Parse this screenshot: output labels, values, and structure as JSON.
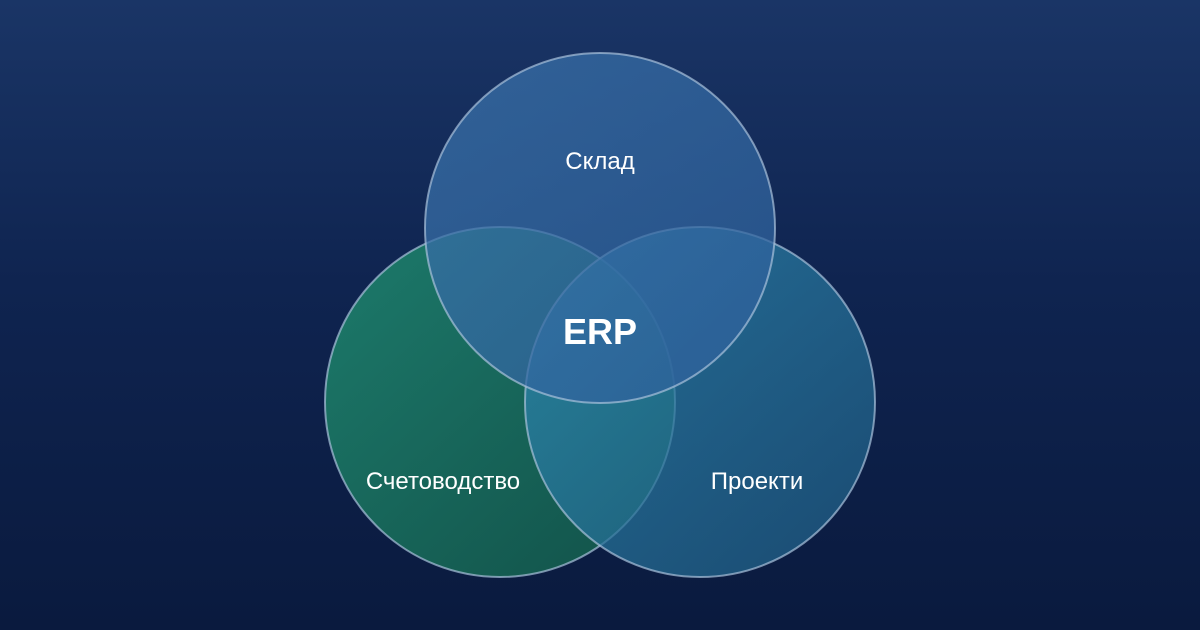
{
  "diagram": {
    "center_label": "ERP",
    "sets": [
      {
        "label": "Склад",
        "color": "#3a70a8"
      },
      {
        "label": "Счетоводство",
        "color": "#1f7a65"
      },
      {
        "label": "Проекти",
        "color": "#2a7fa0"
      }
    ],
    "colors": {
      "background_top": "#1a3566",
      "background_bottom": "#0a1a3e",
      "outline": "#a9c2dc",
      "text": "#ffffff"
    }
  }
}
